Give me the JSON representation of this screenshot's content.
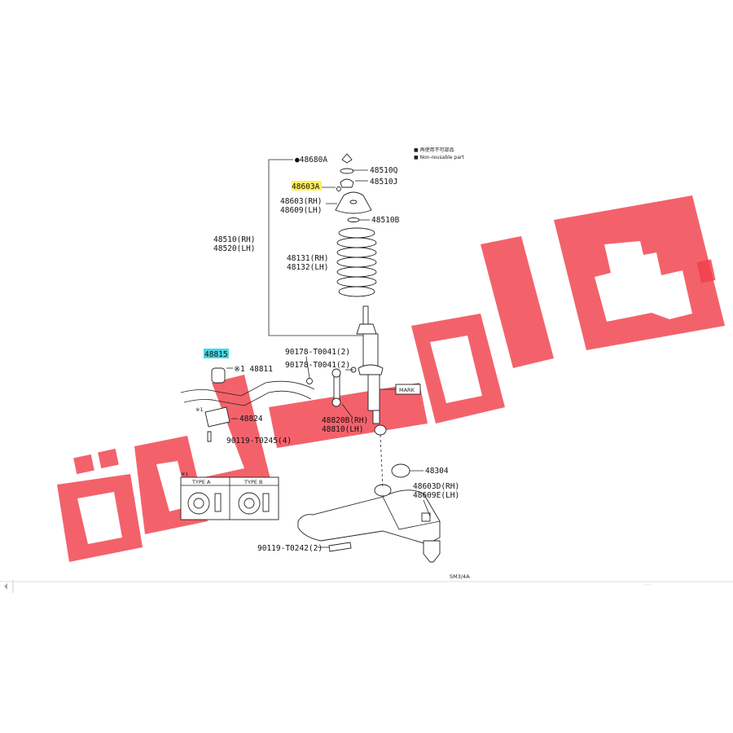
{
  "callouts": {
    "c48680A": "●48680A",
    "c48510Q": "48510Q",
    "c48510J": "48510J",
    "c48603A": "48603A",
    "c48603RH": "48603(RH)",
    "c48609LH": "48609(LH)",
    "c48510B": "48510B",
    "c48510RH": "48510(RH)",
    "c48520LH": "48520(LH)",
    "c48131RH": "48131(RH)",
    "c48132LH": "48132(LH)",
    "c90178a": "90178-T0041(2)",
    "c90178b": "90178-T0041(2)",
    "c48815": "48815",
    "c48811": "※1 48811",
    "c48824": "48824",
    "c90119a": "90119-T0245(4)",
    "c48820RH": "48820B(RH)",
    "c48810LH": "48810(LH)",
    "c48304": "48304",
    "c48603D": "48603D(RH)",
    "c48609E": "48609E(LH)",
    "c90119b": "90119-T0242(2)",
    "mark": "MARK",
    "star1": "※1",
    "ref": "SM3/4A"
  },
  "legend": {
    "l1": "■ 再使用不可部品",
    "l2": "■ Non-reusable part"
  },
  "inset": {
    "title": "※1",
    "typeA": "TYPE A",
    "typeB": "TYPE B"
  },
  "highlights": {
    "yellow": "#ffef5a",
    "cyan": "#47d7e3"
  },
  "watermark_color": "#f0404a"
}
